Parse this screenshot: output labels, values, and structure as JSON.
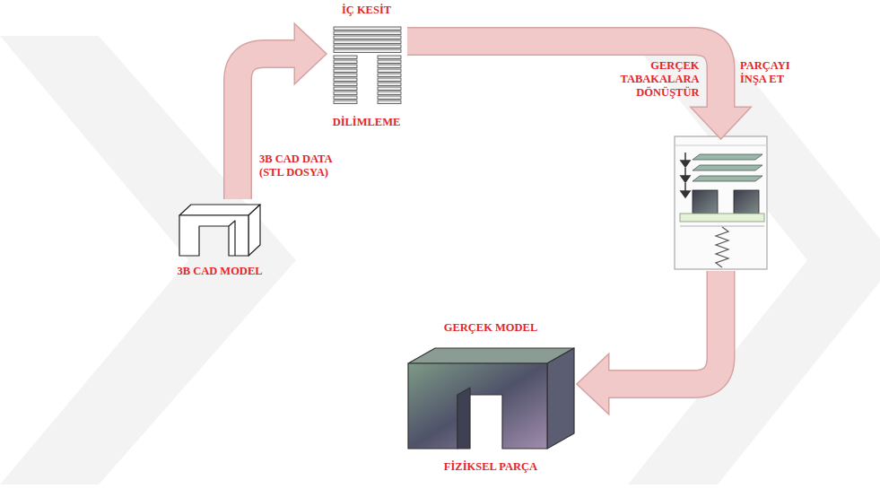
{
  "diagram": {
    "nodes": [
      {
        "text": [
          "3B CAD MODEL"
        ]
      },
      {
        "text": [
          "İÇ KESİT",
          "DİLİMLEME"
        ]
      },
      {
        "text": [
          "PARÇAYI İNŞA ET"
        ]
      },
      {
        "text": [
          "GERÇEK MODEL",
          "FİZİKSEL PARÇA"
        ]
      }
    ],
    "edges": [
      {
        "from": 0,
        "to": 1,
        "arrow": "to",
        "label": "3B CAD DATA (STL DOSYA)"
      },
      {
        "from": 1,
        "to": 2,
        "arrow": "to",
        "label": "GERÇEK TABAKALARA DÖNÜŞTÜR"
      },
      {
        "from": 2,
        "to": 3,
        "arrow": "to"
      }
    ]
  }
}
